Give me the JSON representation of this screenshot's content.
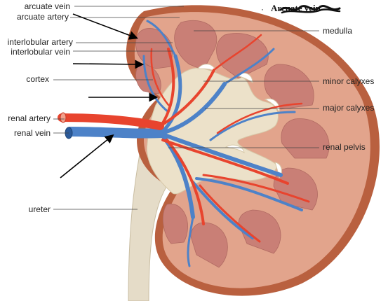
{
  "labels": {
    "arcuate_vein": "arcuate vein",
    "arcuate_artery": "arcuate artery",
    "interlobular_artery": "interlobular artery",
    "interlobular_vein": "interlobular vein",
    "cortex": "cortex",
    "renal_artery": "renal artery",
    "renal_vein": "renal vein",
    "ureter": "ureter",
    "medulla": "medulla",
    "minor_calyxes": "minor calyxes",
    "major_calyxes": "major calyxes",
    "renal_pelvis": "renal pelvis"
  },
  "annotation": {
    "bullet": "·",
    "text": "Arcuate vein"
  },
  "colors": {
    "capsule": "#b9603f",
    "cortex": "#e2a48c",
    "medulla": "#c97f76",
    "pelvis": "#ece1c9",
    "ureter": "#e5dcc8",
    "artery": "#e8442e",
    "vein": "#4d82c8"
  }
}
